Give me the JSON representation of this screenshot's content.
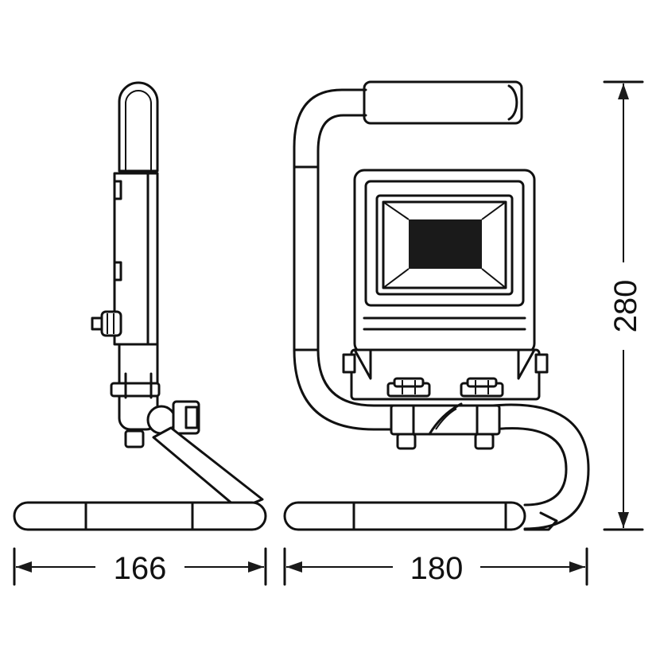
{
  "dimensions": {
    "depth": "166",
    "width": "180",
    "height": "280"
  },
  "colors": {
    "line": "#111111",
    "background": "#ffffff",
    "led_panel": "#1a1a1a"
  }
}
